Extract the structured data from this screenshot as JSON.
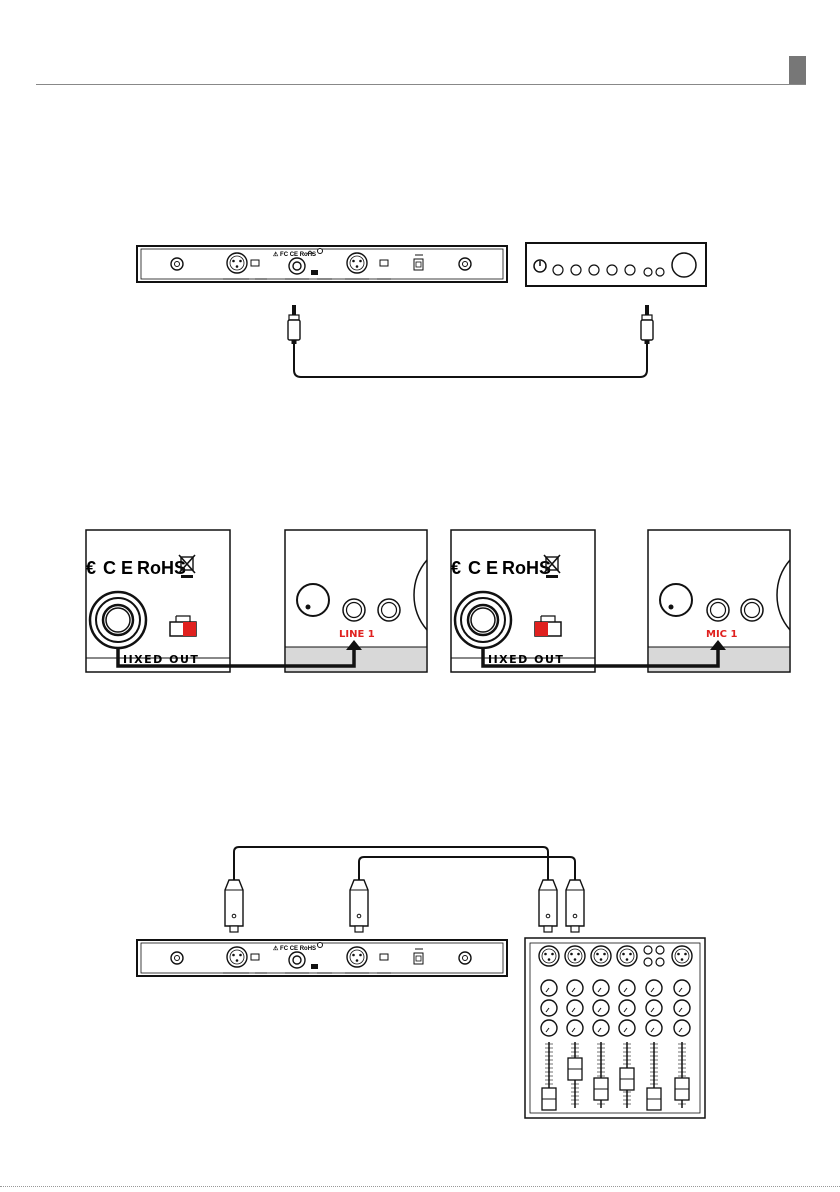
{
  "page": {
    "section_tab_color": "#777777",
    "accent_color": "#e0211f"
  },
  "figure_1": {
    "receiver_marks": "⚠ FC CE RoHS"
  },
  "figure_2": {
    "left": {
      "marks_ce": "C E",
      "marks_rohs": "RoHS",
      "output_label": "IIXED OUT",
      "input_label": "LINE 1"
    },
    "right": {
      "marks_ce": "C E",
      "marks_rohs": "RoHS",
      "output_label": "IIXED OUT",
      "input_label": "MIC 1"
    }
  },
  "figure_3": {
    "receiver_marks": "⚠ FC CE RoHS"
  },
  "icons": [
    "power-icon",
    "weee-bin-icon",
    "xlr-connector-icon",
    "jack-plug-icon",
    "fader-icon"
  ]
}
